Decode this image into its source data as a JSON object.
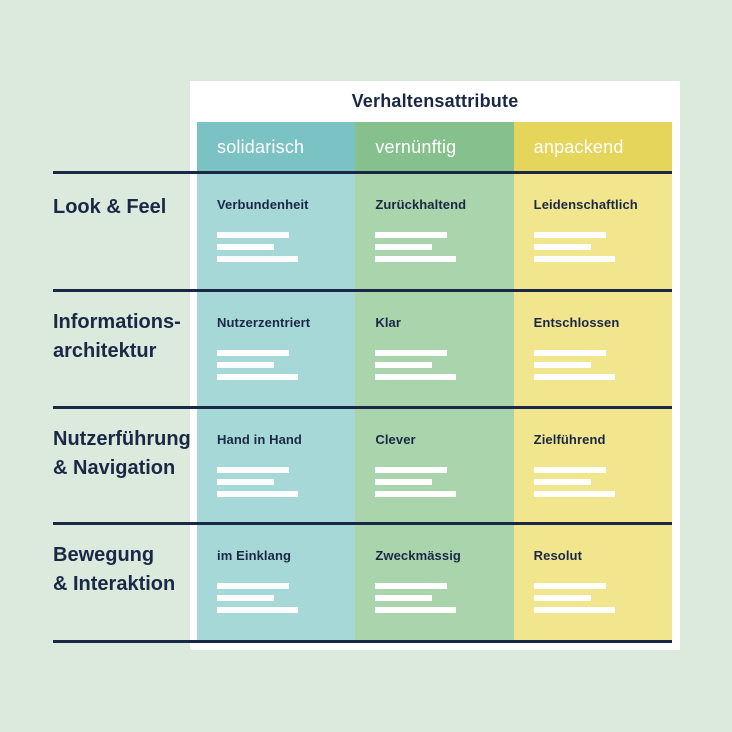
{
  "page": {
    "background": "#dceadd",
    "panel_background": "#ffffff",
    "text_color": "#1b2845",
    "line_color": "#1b2845"
  },
  "table": {
    "title": "Verhaltensattribute",
    "columns": [
      {
        "label": "solidarisch",
        "header_color": "#7ac2c4",
        "body_color": "#a6d8d8",
        "cells": [
          "Verbundenheit",
          "Nutzerzentriert",
          "Hand in Hand",
          "im Einklang"
        ]
      },
      {
        "label": "vernünftig",
        "header_color": "#85c08d",
        "body_color": "#aad4ac",
        "cells": [
          "Zurückhaltend",
          "Klar",
          "Clever",
          "Zweckmässig"
        ]
      },
      {
        "label": "anpackend",
        "header_color": "#e5d55b",
        "body_color": "#f1e58d",
        "cells": [
          "Leidenschaftlich",
          "Entschlossen",
          "Zielführend",
          "Resolut"
        ]
      }
    ],
    "rows": [
      {
        "line1": "Look & Feel",
        "line2": ""
      },
      {
        "line1": "Informations-",
        "line2": "architektur"
      },
      {
        "line1": "Nutzerführung",
        "line2": "& Navigation"
      },
      {
        "line1": "Bewegung",
        "line2": "& Interaktion"
      }
    ]
  }
}
